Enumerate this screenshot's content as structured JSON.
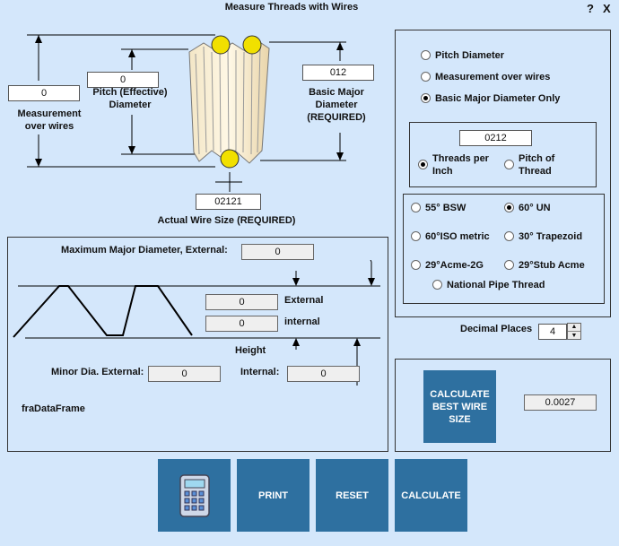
{
  "window": {
    "title": "Measure Threads with Wires",
    "help": "?",
    "close": "X"
  },
  "diagram": {
    "measurement_value": "0",
    "measurement_label_1": "Measurement",
    "measurement_label_2": "over wires",
    "pitch_value": "0",
    "pitch_label_1": "Pitch (Effective)",
    "pitch_label_2": "Diameter",
    "major_value": "012",
    "major_label_1": "Basic Major",
    "major_label_2": "Diameter",
    "major_label_3": "(REQUIRED)",
    "wire_value": "02121",
    "wire_label": "Actual Wire Size (REQUIRED)"
  },
  "mode_options": {
    "pitch": "Pitch Diameter",
    "measurement": "Measurement over wires",
    "basic": "Basic Major Diameter Only",
    "selected": "basic"
  },
  "tpi": {
    "value": "0212",
    "threads_per_inch_1": "Threads per",
    "threads_per_inch_2": "Inch",
    "pitch_of_thread_1": "Pitch of",
    "pitch_of_thread_2": "Thread",
    "selected": "threads_per_inch"
  },
  "thread_types": {
    "bsw": "55° BSW",
    "un": "60° UN",
    "iso": "60°ISO metric",
    "trapezoid": "30° Trapezoid",
    "acme": "29°Acme-2G",
    "stub": "29°Stub Acme",
    "npt": "National Pipe Thread",
    "selected": "un"
  },
  "decimal": {
    "label": "Decimal Places",
    "value": "4"
  },
  "best_wire": {
    "button": "CALCULATE BEST WIRE SIZE",
    "result": "0.0027"
  },
  "data_frame": {
    "max_major_label": "Maximum Major Diameter, External:",
    "max_major_value": "0",
    "external_label": "External",
    "external_value": "0",
    "internal_label": "internal",
    "internal_value": "0",
    "height_label": "Height",
    "minor_label": "Minor Dia. External:",
    "minor_value": "0",
    "internal_minor_label": "Internal:",
    "internal_minor_value": "0",
    "frame_name": "fraDataFrame"
  },
  "buttons": {
    "print": "PRINT",
    "reset": "RESET",
    "calculate": "CALCULATE"
  }
}
